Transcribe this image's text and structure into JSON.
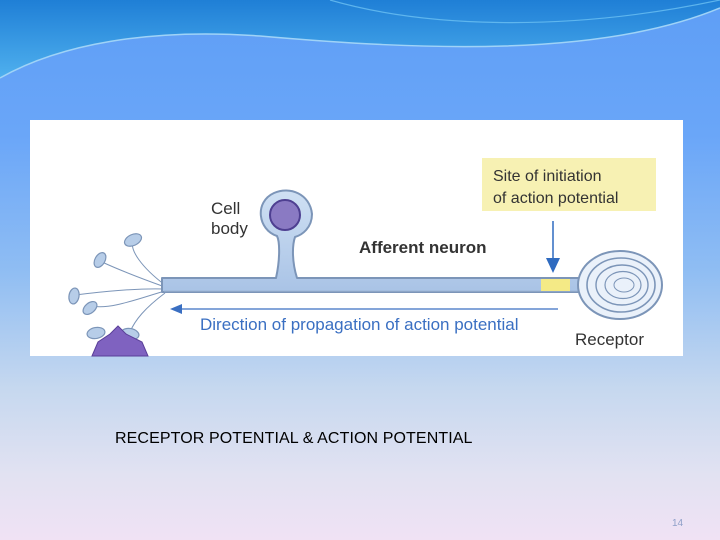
{
  "slide": {
    "caption": "RECEPTOR POTENTIAL & ACTION POTENTIAL",
    "page_number": "14"
  },
  "diagram": {
    "labels": {
      "cell_body_line1": "Cell",
      "cell_body_line2": "body",
      "afferent_neuron": "Afferent neuron",
      "initiation_line1": "Site of initiation",
      "initiation_line2": "of action potential",
      "direction": "Direction of propagation of action potential",
      "receptor": "Receptor"
    }
  },
  "colors": {
    "background_top": "#5e9ef6",
    "background_bottom": "#f0e2f4",
    "axon_fill": "#bcd4ee",
    "axon_stroke": "#7c95b8",
    "nucleus": "#8a7ac3",
    "initiation_highlight": "#f4ea86",
    "callout_box": "#f7f1b3",
    "arrow": "#2f6bc0",
    "direction_text": "#3a6fc2",
    "label_text": "#333333",
    "next_neuron": "#7f62c0"
  }
}
